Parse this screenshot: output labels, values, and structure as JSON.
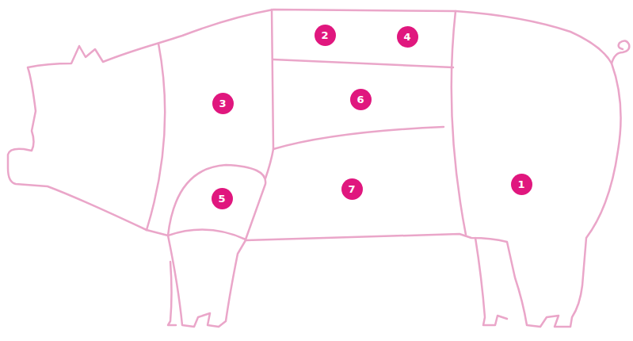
{
  "diagram": {
    "nodes": [
      {
        "text": [
          "2"
        ]
      },
      {
        "text": [
          "4"
        ]
      },
      {
        "text": [
          "3"
        ]
      },
      {
        "text": [
          "6"
        ]
      },
      {
        "text": [
          "5"
        ]
      },
      {
        "text": [
          "7"
        ]
      },
      {
        "text": [
          "1"
        ]
      }
    ]
  }
}
